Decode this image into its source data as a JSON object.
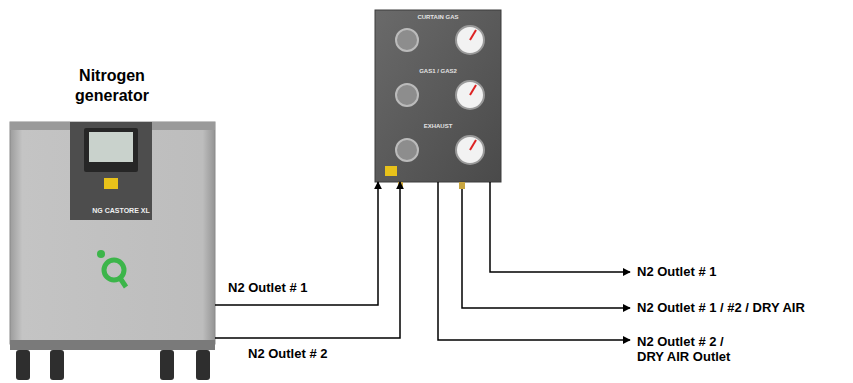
{
  "diagram": {
    "nodes": [
      {
        "text": [
          "Nitrogen generator",
          "NG CASTORE XL"
        ]
      },
      {
        "text": [
          "CURTAIN GAS",
          "GAS1 / GAS2",
          "EXHAUST"
        ]
      }
    ],
    "edges": [
      {
        "from": 0,
        "to": 1,
        "arrow": "to",
        "label": "N2 Outlet # 1"
      },
      {
        "from": 0,
        "to": 1,
        "arrow": "to",
        "label": "N2 Outlet # 2"
      }
    ],
    "labels": [
      "N2 Outlet # 1",
      "N2 Outlet # 1 / #2 / DRY AIR",
      "N2 Outlet # 2 / DRY AIR Outlet"
    ]
  }
}
